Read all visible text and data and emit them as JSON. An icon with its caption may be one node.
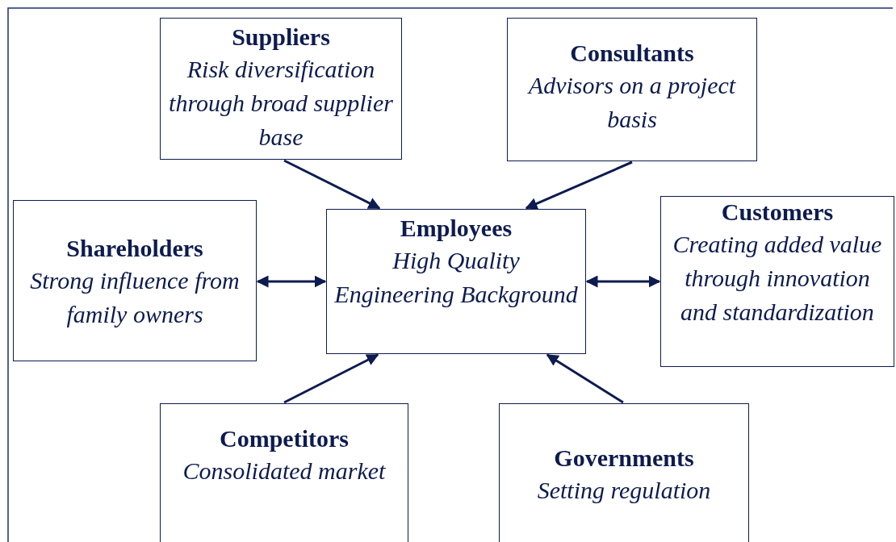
{
  "diagram": {
    "nodes": [
      {
        "text": [
          "Suppliers",
          "Risk diversification through broad supplier base"
        ]
      },
      {
        "text": [
          "Consultants",
          "Advisors on a project basis"
        ]
      },
      {
        "text": [
          "Shareholders",
          "Strong influence from family owners"
        ]
      },
      {
        "text": [
          "Employees",
          "High Quality Engineering Background"
        ]
      },
      {
        "text": [
          "Customers",
          "Creating added value through innovation and standardization"
        ]
      },
      {
        "text": [
          "Competitors",
          "Consolidated market"
        ]
      },
      {
        "text": [
          "Governments",
          "Setting regulation"
        ]
      }
    ],
    "edges": [
      {
        "from": 0,
        "to": 3,
        "arrow": "to"
      },
      {
        "from": 1,
        "to": 3,
        "arrow": "to"
      },
      {
        "from": 2,
        "to": 3,
        "arrow": "both"
      },
      {
        "from": 4,
        "to": 3,
        "arrow": "both"
      },
      {
        "from": 5,
        "to": 3,
        "arrow": "to"
      },
      {
        "from": 6,
        "to": 3,
        "arrow": "to"
      }
    ]
  }
}
